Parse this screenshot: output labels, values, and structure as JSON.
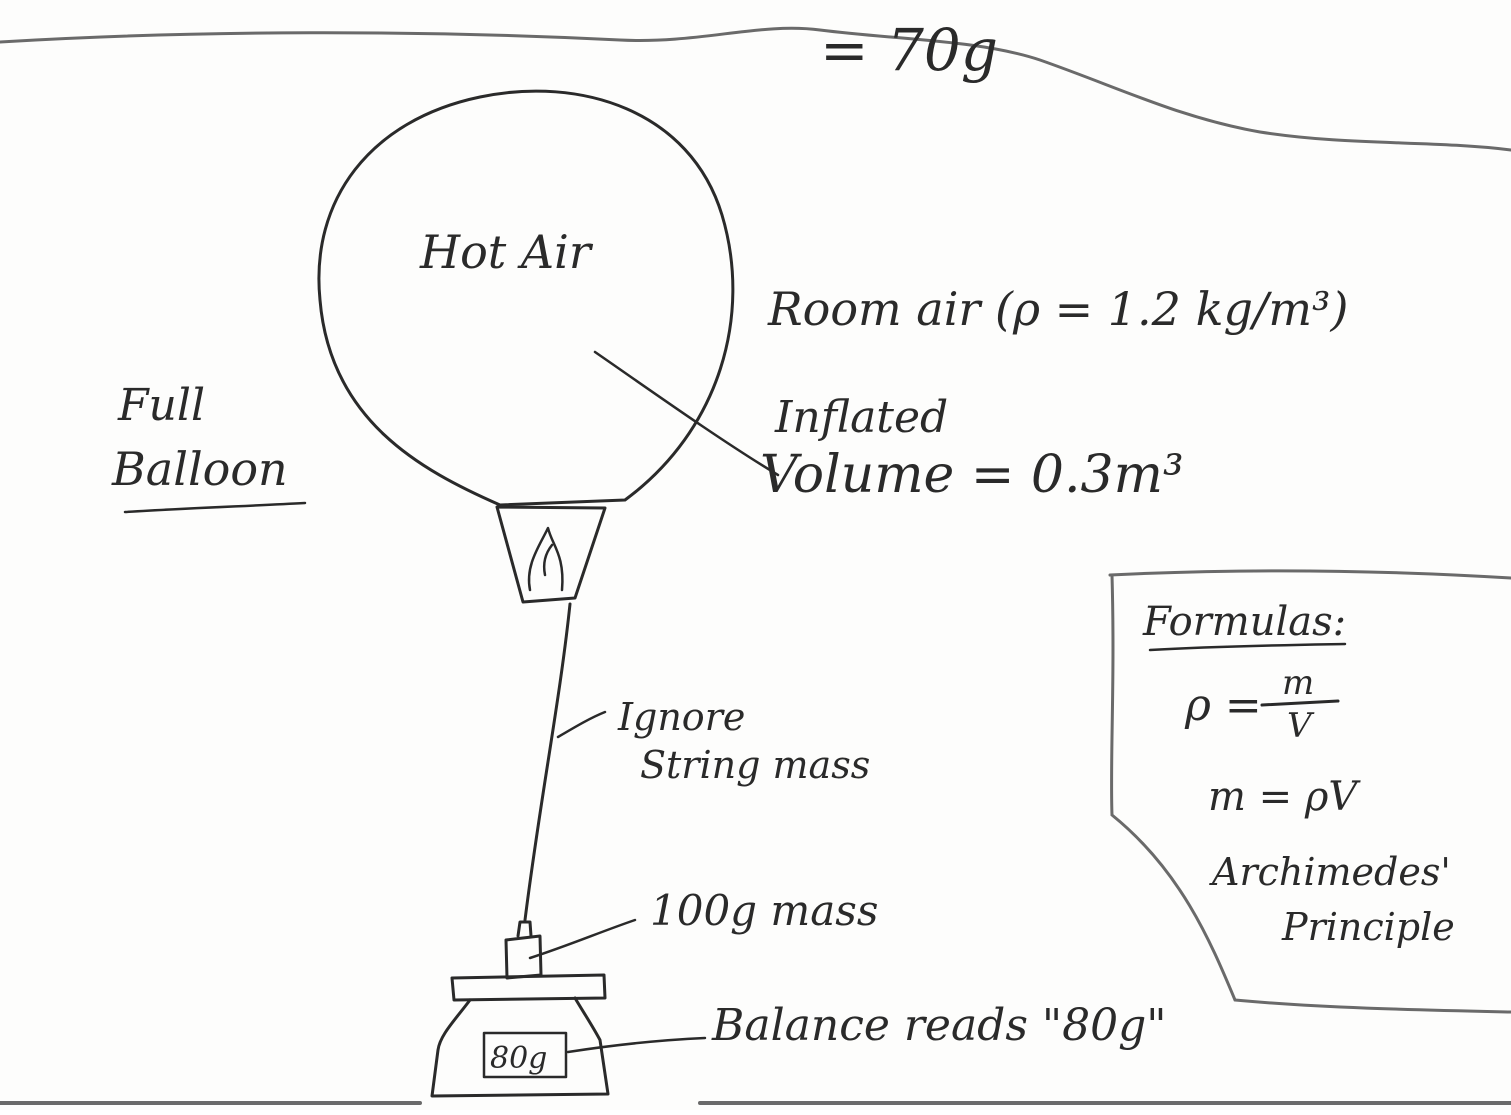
{
  "labels": {
    "top_result": "= 70g",
    "hot_air": "Hot Air",
    "room_air": "Room air (ρ = 1.2 kg/m³)",
    "inflated_word": "Inflated",
    "volume": "Volume = 0.3m³",
    "full_balloon": [
      "Full",
      "Balloon"
    ],
    "ignore": "Ignore",
    "string_mass": "String mass",
    "mass_100g": "100g mass",
    "balance_reads": "Balance reads \"80g\"",
    "display_reading": "80g"
  },
  "formulas": {
    "heading": "Formulas:",
    "density_lhs": "ρ =",
    "density_num": "m",
    "density_den": "V",
    "mass_eq": "m = ρV",
    "principle_line1": "Archimedes'",
    "principle_line2": "Principle"
  }
}
